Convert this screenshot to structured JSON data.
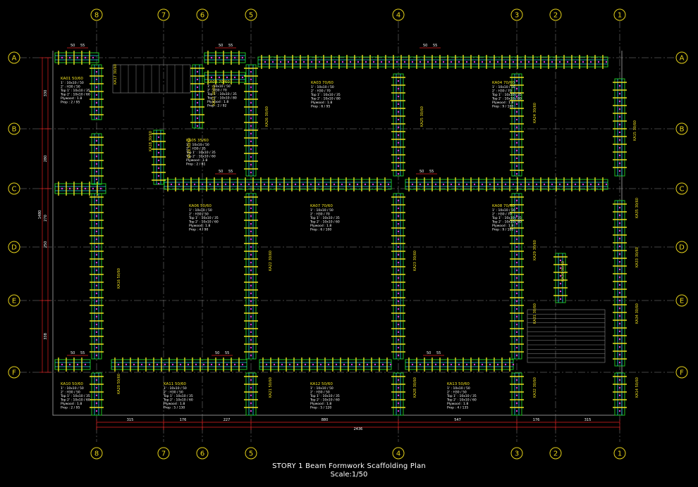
{
  "drawing": {
    "title": "STORY 1 Beam Formwork Scaffolding Plan",
    "scale": "Scale:1/50"
  },
  "colors": {
    "background": "#000000",
    "grid_line": "#8a8a8a",
    "grid_bubble": "#e6d21a",
    "beam_outline": "#20c020",
    "scaffold_tube": "#f0e020",
    "joist": "#18d8e8",
    "tie": "#e040e0",
    "dimension": "#e02020",
    "text": "#ffffff",
    "label_yellow": "#f0e020"
  },
  "grid": {
    "top_axes": [
      "8",
      "7",
      "6",
      "5",
      "4",
      "3",
      "2",
      "1"
    ],
    "bottom_axes": [
      "8",
      "7",
      "6",
      "5",
      "4",
      "3",
      "2",
      "1"
    ],
    "left_axes": [
      "A",
      "B",
      "C",
      "D",
      "E",
      "F"
    ],
    "right_axes": [
      "A",
      "B",
      "C",
      "D",
      "E",
      "F"
    ]
  },
  "dimensions": {
    "bottom": [
      "315",
      "176",
      "227",
      "880",
      "547",
      "176",
      "315"
    ],
    "total": "2436",
    "left": [
      "330",
      "280",
      "250",
      "338"
    ],
    "left_total": "1480",
    "left_inner": "270"
  },
  "beam_labels": [
    {
      "name": "KA01 50/60",
      "lines": [
        "1' : 10x10 / 50",
        "2' : H30 / 50",
        "Top 1' : 10x10 / 35",
        "Top 2' : 10x10 / 60",
        "Plywood : 1.8",
        "Prop : 2 / 95"
      ]
    },
    {
      "name": "KA02 70/60",
      "lines": [
        "1' : 10x10 / 50",
        "2' : H30 / 70",
        "Top 1' : 10x10 / 35",
        "Top 2' : 10x10 / 80",
        "Plywood : 1.8",
        "Prop : 2 / 92"
      ]
    },
    {
      "name": "KA03 70/60",
      "lines": [
        "1' : 10x10 / 50",
        "2' : H30 / 70",
        "Top 1' : 10x10 / 35",
        "Top 2' : 10x10 / 80",
        "Plywood : 1.8",
        "Prop : 6 / 95"
      ]
    },
    {
      "name": "KA04 70/60",
      "lines": [
        "1' : 10x10 / 50",
        "2' : H30 / 70",
        "Top 1' : 10x10 / 35",
        "Top 2' : 10x10 / 80",
        "Plywood : 1.8",
        "Prop : 9 / 100"
      ]
    },
    {
      "name": "KA05 35/60",
      "lines": [
        "1' : 10x10 / 50",
        "2' : H30 / 35",
        "Top 1' : 10x10 / 35",
        "Top 2' : 10x10 / 60",
        "Plywood : 1.8",
        "Prop : 2 / 61"
      ]
    },
    {
      "name": "KA06 50/60",
      "lines": [
        "1' : 10x10 / 50",
        "2' : H30 / 50",
        "Top 1' : 10x10 / 35",
        "Top 2' : 10x10 / 60",
        "Plywood : 1.8",
        "Prop : 4 / 90"
      ]
    },
    {
      "name": "KA07 70/60",
      "lines": [
        "1' : 10x10 / 50",
        "2' : H30 / 70",
        "Top 1' : 10x10 / 35",
        "Top 2' : 10x10 / 60",
        "Plywood : 1.8",
        "Prop : 6 / 100"
      ]
    },
    {
      "name": "KA08 70/60",
      "lines": [
        "1' : 10x10 / 50",
        "2' : H30 / 70",
        "Top 1' : 10x10 / 35",
        "Top 2' : 10x10 / 80",
        "Plywood : 1.8",
        "Prop : 9 / 100"
      ]
    },
    {
      "name": "KA10 50/60",
      "lines": [
        "1' : 10x10 / 50",
        "2' : H30 / 50",
        "Top 1' : 10x10 / 35",
        "Top 2' : 10x10 / 60",
        "Plywood : 1.8",
        "Prop : 2 / 95"
      ]
    },
    {
      "name": "KA11 50/60",
      "lines": [
        "1' : 10x10 / 50",
        "2' : H30 / 50",
        "Top 1' : 10x10 / 35",
        "Top 2' : 10x10 / 60",
        "Plywood : 1.8",
        "Prop : 5 / 130"
      ]
    },
    {
      "name": "KA12 50/60",
      "lines": [
        "1' : 10x10 / 50",
        "2' : H30 / 50",
        "Top 1' : 10x10 / 35",
        "Top 2' : 10x10 / 60",
        "Plywood : 1.8",
        "Prop : 5 / 120"
      ]
    },
    {
      "name": "KA13 50/60",
      "lines": [
        "1' : 10x10 / 50",
        "2' : H30 / 50",
        "Top 1' : 10x10 / 35",
        "Top 2' : 10x10 / 60",
        "Plywood : 1.8",
        "Prop : 4 / 135"
      ]
    }
  ],
  "vertical_labels": [
    "KA17 30/60",
    "KA18 30/60",
    "KA19 30/60",
    "KA27 30/60",
    "KA22 30/60",
    "KA23 30/60",
    "KA24 30/60",
    "KA25 30/60",
    "KA26 30/60",
    "KA15 30/60",
    "KA16 50/60",
    "KA20 50/60",
    "KA21 50/60",
    "KA28 30/60",
    "KA29 30/60",
    "KA30 30/60",
    "KA31 30/60",
    "KA32 30/60",
    "KA33 30/60",
    "KA34 30/60",
    "KA14 50/60",
    "KA35 30/60"
  ],
  "spacing_marks": [
    "50",
    "55"
  ]
}
